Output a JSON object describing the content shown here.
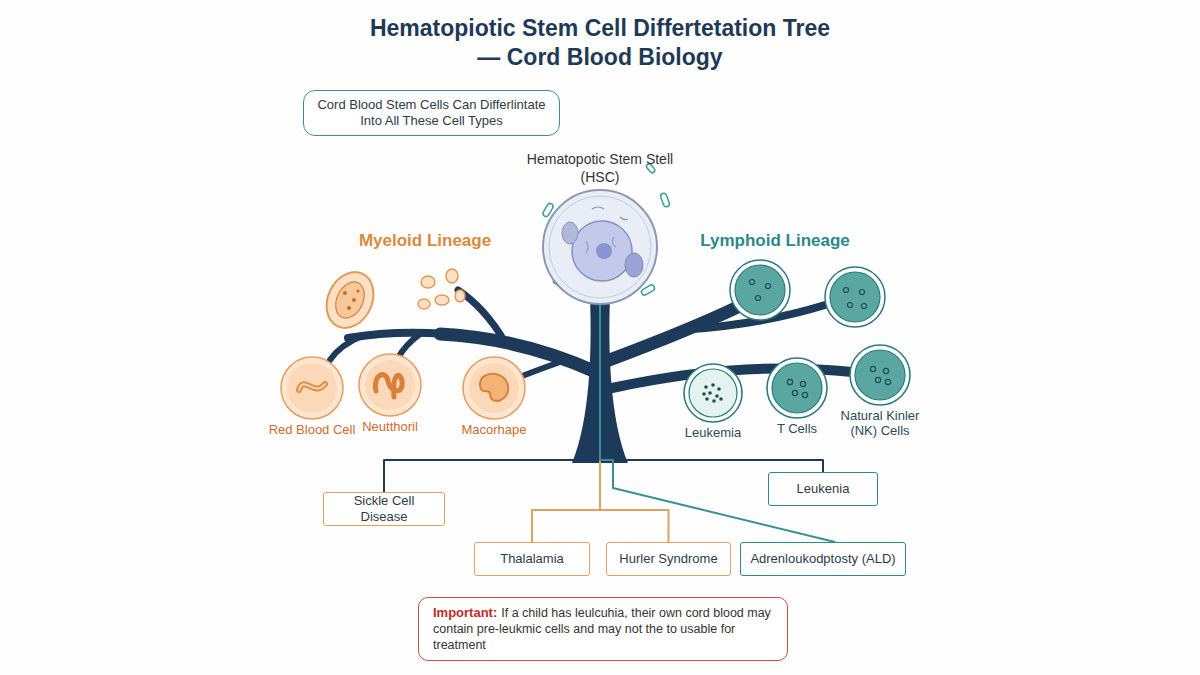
{
  "diagram": {
    "title": "Hematopiotic Stem Cell Differtetation Tree — Cord Blood Biology",
    "nodes": [
      {
        "text": [
          "Cord Blood Stem Cells Can Differlintate Into All These Cell Types"
        ]
      },
      {
        "text": [
          "Hematopotic Stem Stell (HSC)"
        ]
      },
      {
        "text": [
          "Red Blood Cell"
        ]
      },
      {
        "text": [
          "Neutthoril"
        ]
      },
      {
        "text": [
          "Macorhape"
        ]
      },
      {
        "text": [
          "Leukemia"
        ]
      },
      {
        "text": [
          "T Cells"
        ]
      },
      {
        "text": [
          "Natural Kinler (NK) Cells"
        ]
      },
      {
        "text": [
          "Sickle Cell Disease"
        ]
      },
      {
        "text": [
          "Leukenia"
        ]
      },
      {
        "text": [
          "Thalalamia"
        ]
      },
      {
        "text": [
          "Hurler Syndrome"
        ]
      },
      {
        "text": [
          "Adrenloukodptosty (ALD)"
        ]
      },
      {
        "text": [
          "Important:",
          "If a child has leulcuhia, their own cord blood may contain pre-leukmic cells and may not the to usable for treatment"
        ]
      }
    ],
    "edges": [
      {
        "from": 1,
        "to": 8,
        "arrow": "none"
      },
      {
        "from": 1,
        "to": 9,
        "arrow": "none"
      },
      {
        "from": 1,
        "to": 10,
        "arrow": "none"
      },
      {
        "from": 1,
        "to": 11,
        "arrow": "none"
      },
      {
        "from": 1,
        "to": 12,
        "arrow": "none"
      }
    ],
    "labels": [
      "Myeloid Lineage",
      "Lymphoid Lineage"
    ]
  }
}
